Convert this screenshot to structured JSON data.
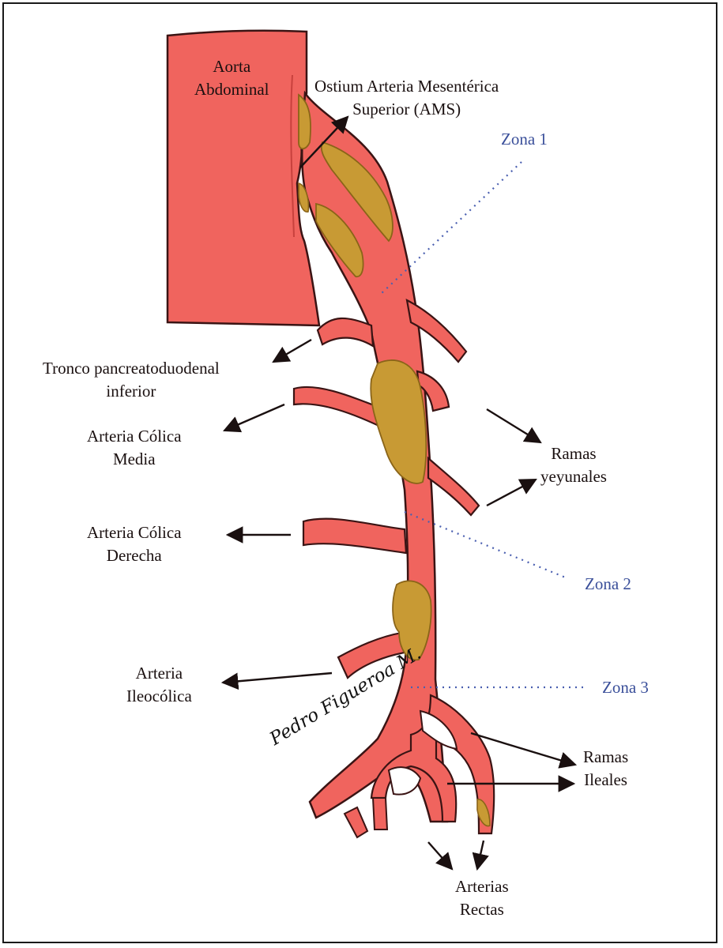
{
  "labels": {
    "aorta": [
      "Aorta",
      "Abdominal"
    ],
    "ostium": [
      "Ostium Arteria Mesentérica",
      "Superior (AMS)"
    ],
    "zona1": "Zona 1",
    "tronco": [
      "Tronco pancreatoduodenal",
      "inferior"
    ],
    "colica_media": [
      "Arteria Cólica",
      "Media"
    ],
    "ramas_yeyunales": [
      "Ramas",
      "yeyunales"
    ],
    "colica_derecha": [
      "Arteria Cólica",
      "Derecha"
    ],
    "zona2": "Zona 2",
    "ileocolica": [
      "Arteria",
      "Ileocólica"
    ],
    "zona3": "Zona 3",
    "ramas_ileales": [
      "Ramas",
      "Ileales"
    ],
    "arterias_rectas": [
      "Arterias",
      "Rectas"
    ]
  },
  "signature": "Pedro Figueroa M.",
  "colors": {
    "artery": "#f0645e",
    "artery_dark": "#c8413d",
    "outline": "#3a1414",
    "plaque": "#c89a34",
    "plaque_dark": "#8a6418",
    "zone_text": "#3a4f9a",
    "zone_line": "#4a5fb0"
  }
}
